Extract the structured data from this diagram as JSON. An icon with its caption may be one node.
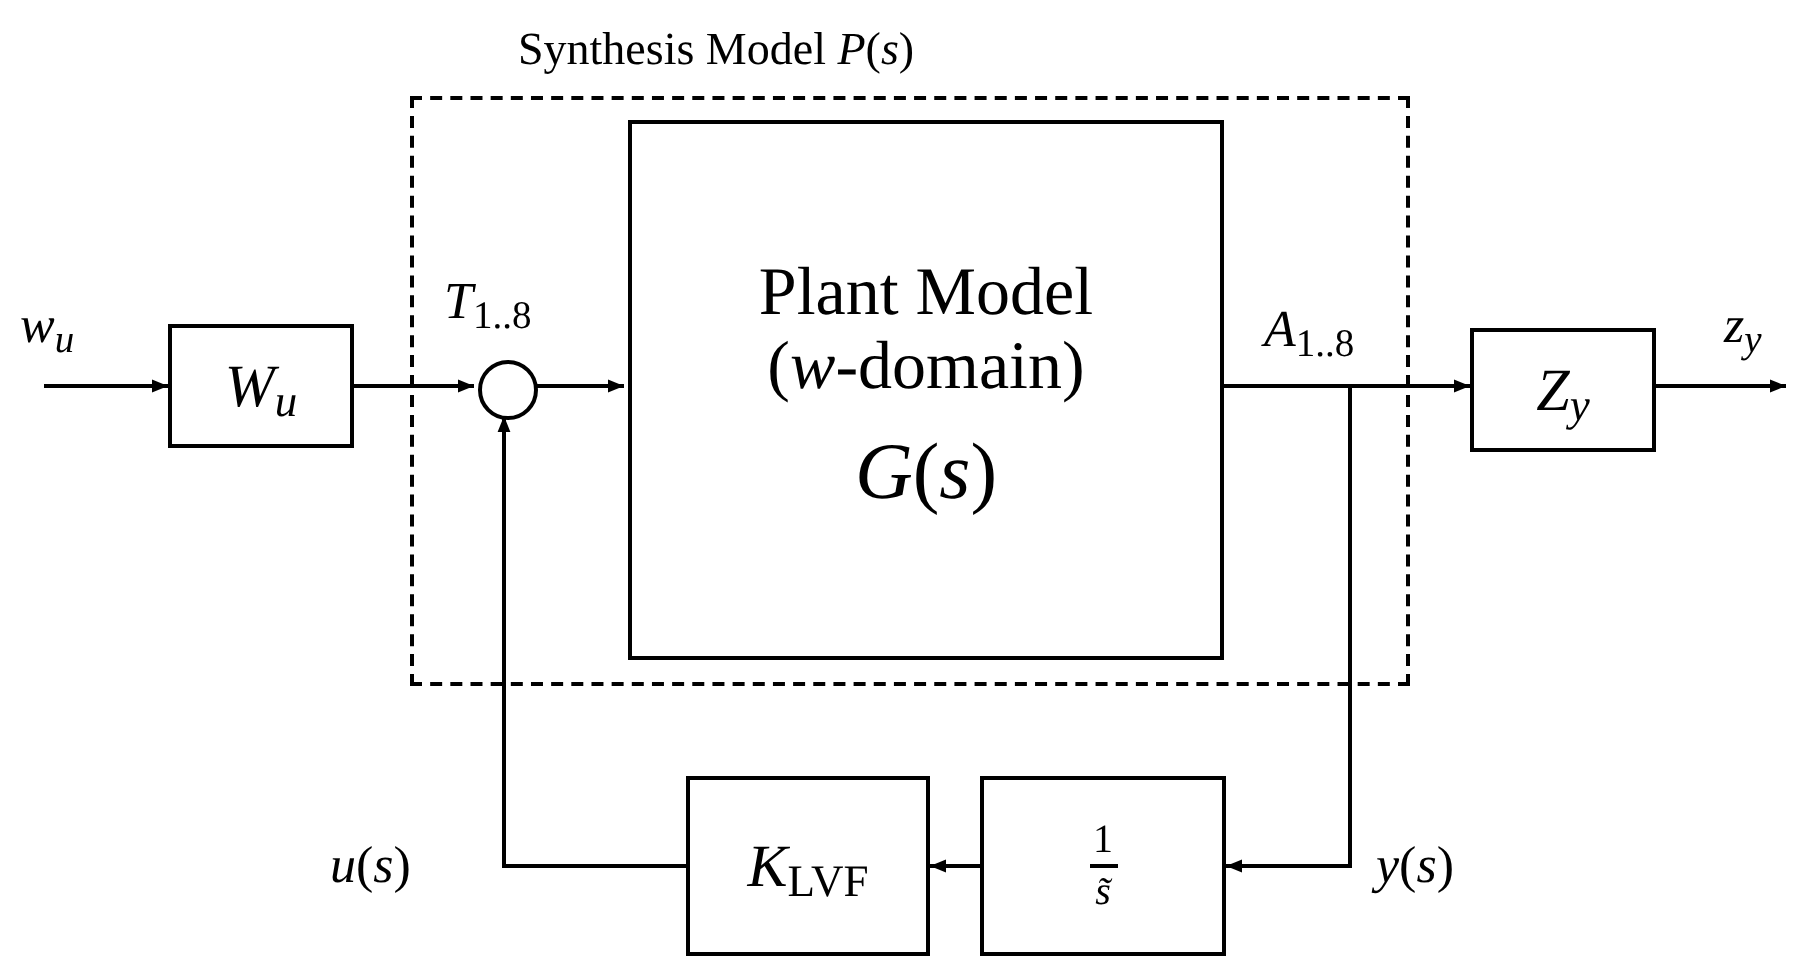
{
  "diagram": {
    "nodes": [
      {
        "text": [
          "Synthesis Model *P*(*s*)"
        ]
      },
      {
        "text": [
          "W$_{u}$"
        ]
      },
      {
        "text": [],
        "shape": "circle",
        "in": 0
      },
      {
        "text": [
          "Plant Model",
          "(*w*-domain)",
          "*G*(*s*)"
        ],
        "in": 0
      },
      {
        "text": [
          "Z$_{y}$"
        ]
      },
      {
        "text": [
          "*K*$_{LVF}$"
        ]
      },
      {
        "text": [
          "1",
          "*s̃*"
        ]
      }
    ],
    "edges": [
      {
        "from": null,
        "to": 1,
        "arrow": "to",
        "label": "w$_{u}$"
      },
      {
        "from": 1,
        "to": 2,
        "arrow": "to"
      },
      {
        "from": 2,
        "to": 3,
        "arrow": "to"
      },
      {
        "from": 3,
        "to": 4,
        "arrow": "to",
        "label": "*A*$_{1..8}$"
      },
      {
        "from": 4,
        "to": null,
        "arrow": "to",
        "label": "z$_{y}$"
      },
      {
        "from": 3,
        "to": 6,
        "arrow": "to",
        "label": "*y*(*s*)"
      },
      {
        "from": 6,
        "to": 5,
        "arrow": "to"
      },
      {
        "from": 5,
        "to": 2,
        "arrow": "to",
        "label": "*u*(*s*)"
      }
    ],
    "labels": [
      "*T*$_{1..8}$"
    ]
  }
}
